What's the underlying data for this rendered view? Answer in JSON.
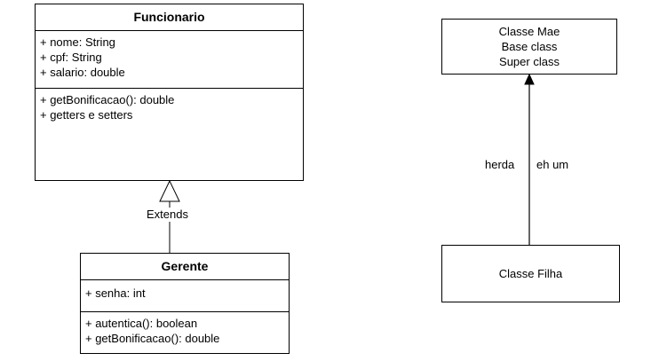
{
  "funcionario": {
    "name": "Funcionario",
    "attributes": [
      "+ nome: String",
      "+ cpf: String",
      "+ salario: double"
    ],
    "methods": [
      "+ getBonificacao(): double",
      "+ getters e setters"
    ]
  },
  "gerente": {
    "name": "Gerente",
    "attributes": [
      "+ senha: int"
    ],
    "methods": [
      "+ autentica(): boolean",
      "+ getBonificacao(): double"
    ]
  },
  "extends_label": "Extends",
  "classe_mae": {
    "lines": [
      "Classe Mae",
      "Base class",
      "Super class"
    ]
  },
  "classe_filha": {
    "label": "Classe Filha"
  },
  "arrow_labels": {
    "left": "herda",
    "right": "eh um"
  }
}
